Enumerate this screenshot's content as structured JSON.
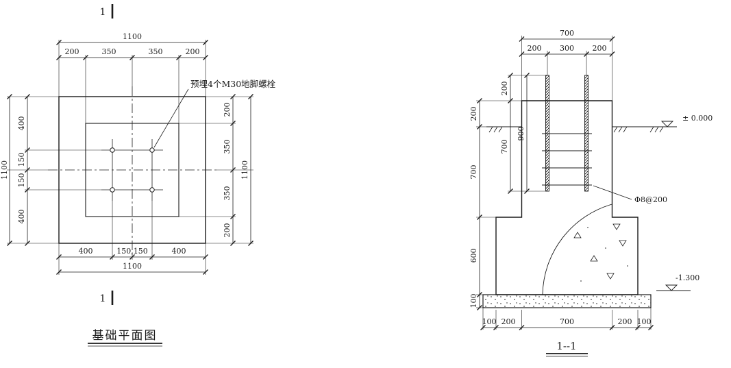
{
  "drawing": {
    "plan": {
      "section_mark_top": "1",
      "section_mark_bottom": "1",
      "annotation": "预埋4个M30地脚螺栓",
      "title": "基础平面图",
      "dims": {
        "top_total": "1100",
        "top_segments": [
          "200",
          "350",
          "350",
          "200"
        ],
        "left_total": "1100",
        "left_segments": [
          "400",
          "150",
          "150",
          "400"
        ],
        "right_segments": [
          "200",
          "350",
          "350",
          "200"
        ],
        "right_total": "1100",
        "bottom_segments": [
          "400",
          "150,150",
          "400"
        ],
        "bottom_total": "1100"
      }
    },
    "section": {
      "title": "1--1",
      "rebar_note": "Φ8@200",
      "elevation_top": "± 0.000",
      "elevation_bottom": "-1.300",
      "dims": {
        "top_total": "700",
        "top_segments": [
          "200",
          "300",
          "200"
        ],
        "left_outer": [
          "200",
          "700",
          "600",
          "100"
        ],
        "bolt_projection": "200",
        "bolt_embedment": "700",
        "bolt_total": "900",
        "bottom_segments": [
          "100",
          "200",
          "700",
          "200",
          "100"
        ]
      }
    }
  },
  "colors": {
    "line": "#1a1a1a",
    "background": "#ffffff"
  }
}
